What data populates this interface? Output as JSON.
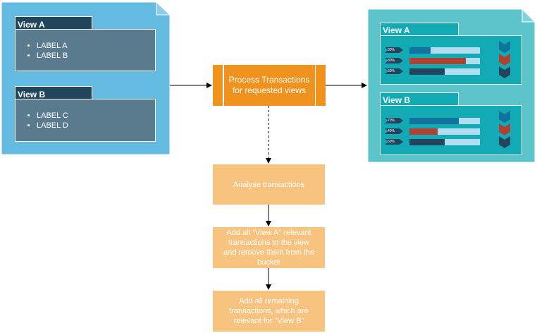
{
  "left_doc": {
    "view_a": {
      "title": "View A",
      "labels": [
        "LABEL A",
        "LABEL B"
      ]
    },
    "view_b": {
      "title": "View B",
      "labels": [
        "LABEL C",
        "LABEL D"
      ]
    }
  },
  "process": {
    "line1": "Process Transactions",
    "line2": "for requested views"
  },
  "steps": [
    {
      "lines": [
        "Analyse transactions"
      ]
    },
    {
      "lines": [
        "Add all \"View A\" relevant",
        "transactions to the view",
        "and remove them from the",
        "bucket"
      ]
    },
    {
      "lines": [
        "Add all remaining",
        "transactions, which are",
        "relevant for \"View B\""
      ]
    }
  ],
  "right_doc": {
    "view_a": {
      "title": "View A",
      "bars": [
        {
          "label": "30%",
          "value": 30,
          "color": "#10739e"
        },
        {
          "label": "80%",
          "value": 80,
          "color": "#ae4132"
        },
        {
          "label": "50%",
          "value": 50,
          "color": "#23445d"
        }
      ]
    },
    "view_b": {
      "title": "View B",
      "bars": [
        {
          "label": "70%",
          "value": 70,
          "color": "#10739e"
        },
        {
          "label": "40%",
          "value": 40,
          "color": "#ae4132"
        },
        {
          "label": "50%",
          "value": 50,
          "color": "#23445d"
        }
      ]
    }
  },
  "colors": {
    "doc_left": "#64bbe2",
    "doc_right": "#5bc4ca",
    "process": "#f0921e",
    "step": "#f8c27f"
  }
}
